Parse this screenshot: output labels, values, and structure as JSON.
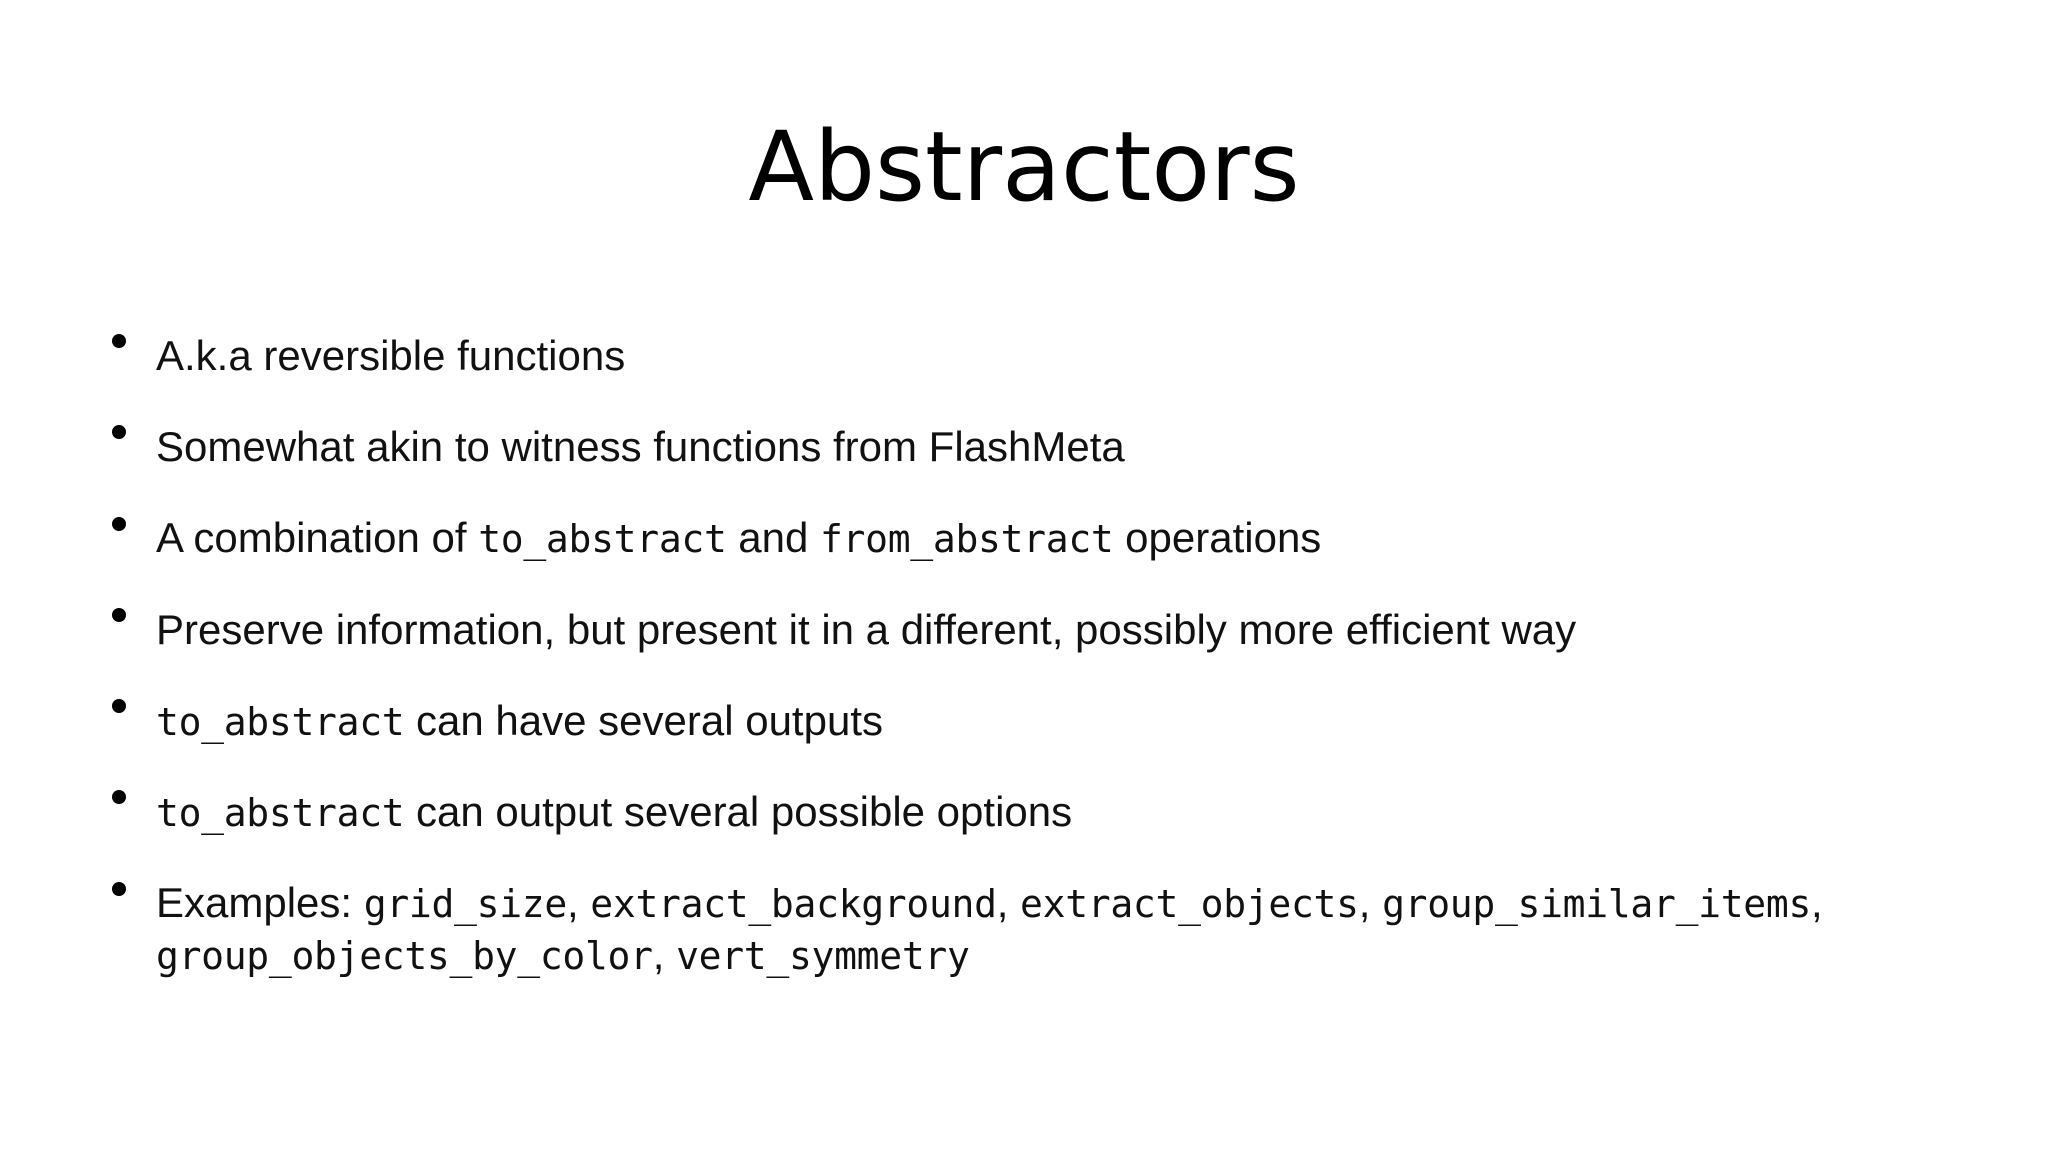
{
  "slide": {
    "title": "Abstractors",
    "background_color": "#ffffff",
    "text_color": "#111111",
    "bullet_marker": "disc",
    "bullets": [
      {
        "id": "aka-reversible-functions",
        "plain_text": "A.k.a reversible functions",
        "runs": [
          {
            "text": "A.k.a reversible functions",
            "style": "normal"
          }
        ]
      },
      {
        "id": "akin-to-witness-functions",
        "plain_text": "Somewhat akin to witness functions from FlashMeta",
        "runs": [
          {
            "text": "Somewhat akin to witness functions from FlashMeta",
            "style": "normal"
          }
        ]
      },
      {
        "id": "combination-of-to-abstract-and-from-abstract",
        "plain_text": "A combination of to_abstract and from_abstract operations",
        "runs": [
          {
            "text": "A combination of ",
            "style": "normal"
          },
          {
            "text": "to_abstract",
            "style": "code"
          },
          {
            "text": " and ",
            "style": "normal"
          },
          {
            "text": "from_abstract",
            "style": "code"
          },
          {
            "text": " operations",
            "style": "normal"
          }
        ]
      },
      {
        "id": "preserve-information",
        "plain_text": "Preserve information, but present it in a different, possibly more efficient way",
        "runs": [
          {
            "text": "Preserve information, but present it in a different, possibly more efficient way",
            "style": "normal"
          }
        ]
      },
      {
        "id": "to-abstract-several-outputs",
        "plain_text": "to_abstract can have several outputs",
        "runs": [
          {
            "text": "to_abstract",
            "style": "code"
          },
          {
            "text": " can have several outputs",
            "style": "normal"
          }
        ]
      },
      {
        "id": "to-abstract-several-possible-options",
        "plain_text": "to_abstract can output several possible options",
        "runs": [
          {
            "text": "to_abstract",
            "style": "code"
          },
          {
            "text": " can output several possible options",
            "style": "normal"
          }
        ]
      },
      {
        "id": "examples-list",
        "plain_text": "Examples: grid_size, extract_background, extract_objects, group_similar_items, group_objects_by_color, vert_symmetry",
        "runs": [
          {
            "text": "Examples: ",
            "style": "normal"
          },
          {
            "text": "grid_size",
            "style": "code"
          },
          {
            "text": ", ",
            "style": "normal"
          },
          {
            "text": "extract_background",
            "style": "code"
          },
          {
            "text": ", ",
            "style": "normal"
          },
          {
            "text": "extract_objects",
            "style": "code"
          },
          {
            "text": ", ",
            "style": "normal"
          },
          {
            "text": "group_similar_items",
            "style": "code"
          },
          {
            "text": ", ",
            "style": "normal"
          },
          {
            "text": "group_objects_by_color",
            "style": "code"
          },
          {
            "text": ", ",
            "style": "normal"
          },
          {
            "text": "vert_symmetry",
            "style": "code"
          }
        ]
      }
    ]
  }
}
